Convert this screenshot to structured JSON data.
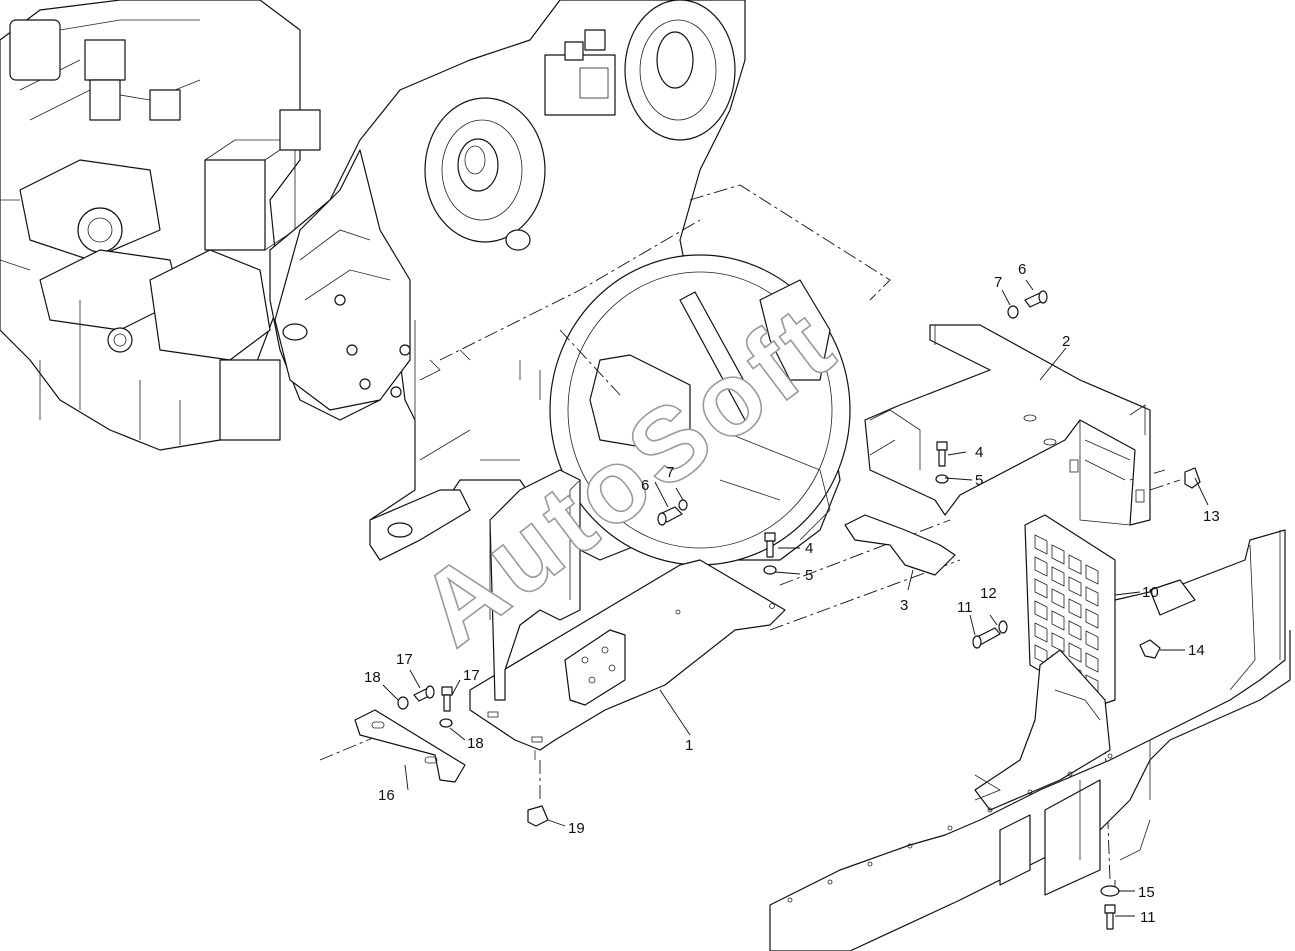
{
  "watermark": "AutoSoft",
  "labels": {
    "p1": "1",
    "p2": "2",
    "p3": "3",
    "p4a": "4",
    "p4b": "4",
    "p5a": "5",
    "p5b": "5",
    "p6a": "6",
    "p6b": "6",
    "p7a": "7",
    "p7b": "7",
    "p10": "10",
    "p11a": "11",
    "p11b": "11",
    "p12": "12",
    "p13": "13",
    "p14": "14",
    "p15": "15",
    "p16": "16",
    "p17a": "17",
    "p17b": "17",
    "p18a": "18",
    "p18b": "18",
    "p19": "19"
  }
}
